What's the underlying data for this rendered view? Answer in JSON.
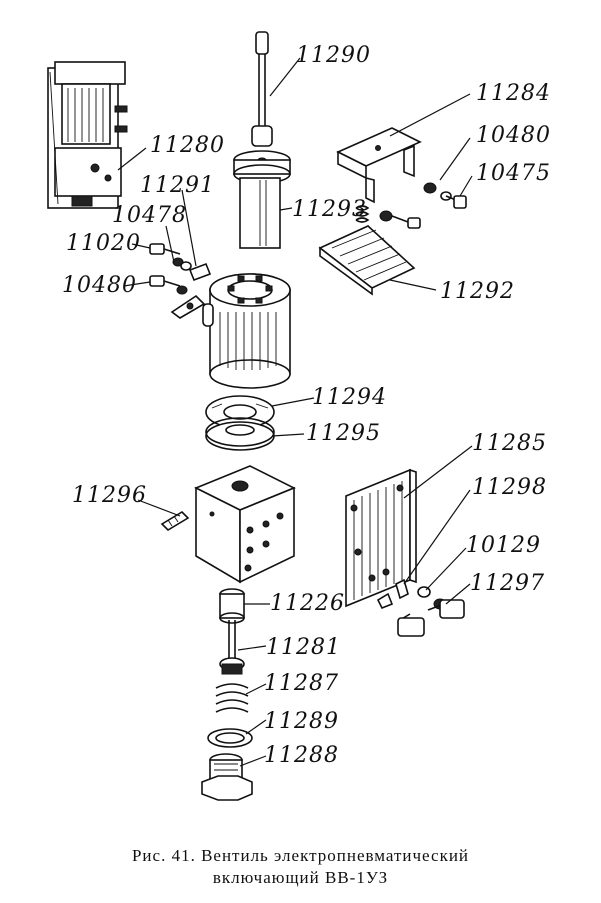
{
  "parts": {
    "p11290": "11290",
    "p11284": "11284",
    "p10480a": "10480",
    "p11280": "11280",
    "p10475": "10475",
    "p11291": "11291",
    "p11293": "11293",
    "p10478": "10478",
    "p11020": "11020",
    "p10480b": "10480",
    "p11292": "11292",
    "p11294": "11294",
    "p11295": "11295",
    "p11285": "11285",
    "p11298": "11298",
    "p11296": "11296",
    "p10129": "10129",
    "p11297": "11297",
    "p11226": "11226",
    "p11281": "11281",
    "p11287": "11287",
    "p11289": "11289",
    "p11288": "11288"
  },
  "caption": {
    "line1": "Рис.  41.  Вентиль  электропневматический",
    "line2": "включающий ВВ-1УЗ"
  }
}
